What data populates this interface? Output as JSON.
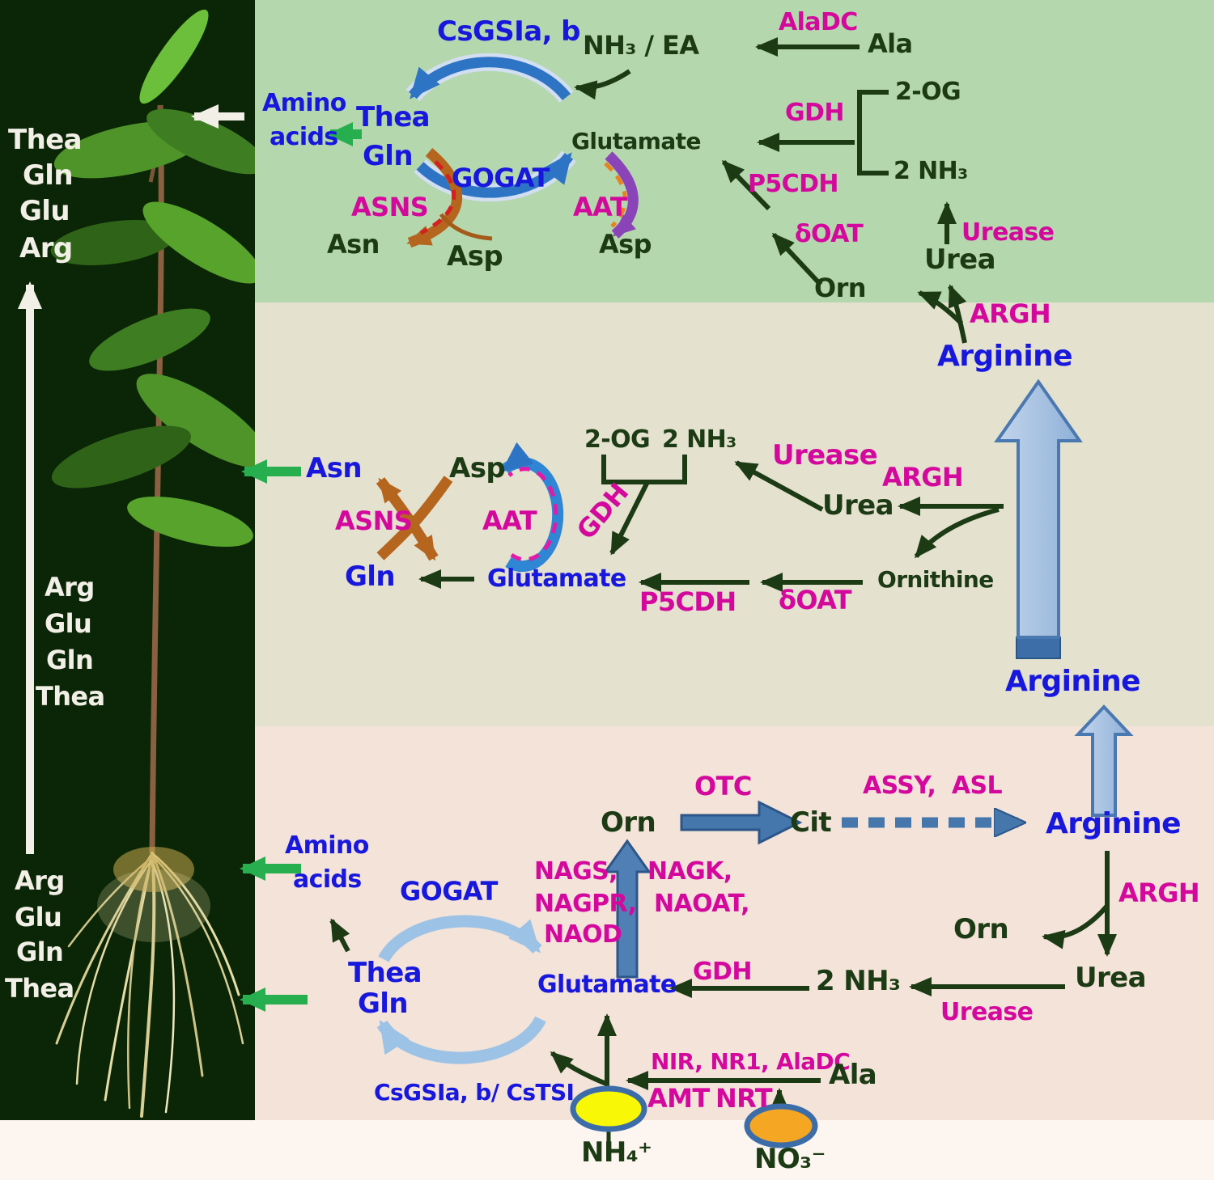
{
  "plant_panel": {
    "top_labels": [
      "Thea",
      "Gln",
      "Glu",
      "Arg"
    ],
    "mid_labels": [
      "Arg",
      "Glu",
      "Gln",
      "Thea"
    ],
    "bottom_labels": [
      "Arg",
      "Glu",
      "Gln",
      "Thea"
    ]
  },
  "leaf": {
    "gs_enzyme": "CsGSIa, b",
    "nh3_ea": "NH₃ / EA",
    "aladc": "AlaDC",
    "ala": "Ala",
    "amino_1": "Amino",
    "amino_2": "acids",
    "thea": "Thea",
    "gln": "Gln",
    "gogat": "GOGAT",
    "glutamate": "Glutamate",
    "asns": "ASNS",
    "asn": "Asn",
    "asp_left": "Asp",
    "aat": "AAT",
    "asp_right": "Asp",
    "gdh": "GDH",
    "og": "2-OG",
    "nh3": "2 NH₃",
    "p5cdh": "P5CDH",
    "doat": "δOAT",
    "urease": "Urease",
    "urea": "Urea",
    "orn": "Orn",
    "argh": "ARGH"
  },
  "stem": {
    "arginine_top": "Arginine",
    "asn": "Asn",
    "asp": "Asp",
    "asns": "ASNS",
    "aat": "AAT",
    "gln": "Gln",
    "glutamate": "Glutamate",
    "og": "2-OG",
    "nh3": "2 NH₃",
    "gdh": "GDH",
    "urease": "Urease",
    "urea": "Urea",
    "argh": "ARGH",
    "ornithine": "Ornithine",
    "p5cdh": "P5CDH",
    "doat": "δOAT",
    "arginine_bottom": "Arginine"
  },
  "root": {
    "orn": "Orn",
    "otc": "OTC",
    "cit": "Cit",
    "assy_asl": "ASSY,  ASL",
    "arginine": "Arginine",
    "amino_1": "Amino",
    "amino_2": "acids",
    "gogat": "GOGAT",
    "nags": "NAGS,",
    "nagpr": "NAGPR,",
    "naod": "NAOD",
    "nagk": "NAGK,",
    "naoat": "NAOAT,",
    "argh": "ARGH",
    "orn2": "Orn",
    "urea": "Urea",
    "thea": "Thea",
    "gln": "Gln",
    "glutamate": "Glutamate",
    "gdh": "GDH",
    "nh3": "2 NH₃",
    "urease": "Urease",
    "nir_nr1_aladc": "NIR, NR1, AlaDC",
    "ala": "Ala",
    "amt": "AMT",
    "nrt": "NRT",
    "gs_ts": "CsGSIa, b/ CsTSI"
  },
  "transporters": {
    "nh4": "NH₄⁺",
    "no3": "NO₃⁻"
  },
  "colors": {
    "metabolite_blue": "#1717dd",
    "enzyme_magenta": "#d4089d",
    "text_dark_green": "#1c3b14",
    "leaf_bg": "#b5d7ae",
    "stem_bg": "#e4e1cf",
    "root_bg": "#f3e3d9",
    "cycle_blue": "#2e74c4",
    "light_cycle_blue": "#9cc2e6",
    "big_arrow_fill": "#a9c2e4",
    "transport_yellow": "#f8f806",
    "transport_orange": "#f5a623",
    "bright_green": "#27ae4f"
  }
}
